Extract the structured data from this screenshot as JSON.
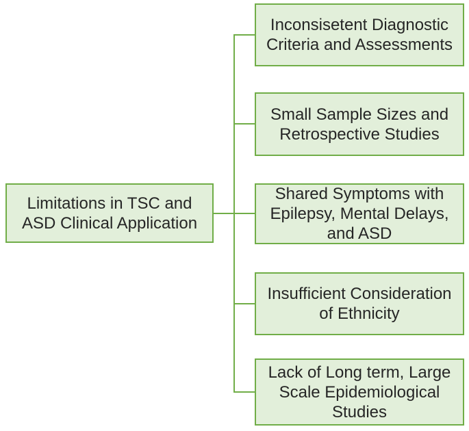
{
  "diagram": {
    "type": "tree",
    "root": {
      "label": "Limitations in TSC and\nASD Clinical Application"
    },
    "branches": [
      {
        "label": "Inconsisetent Diagnostic\nCriteria and Assessments"
      },
      {
        "label": "Small Sample Sizes and\nRetrospective Studies"
      },
      {
        "label": "Shared Symptoms with\nEpilepsy, Mental Delays,\nand ASD"
      },
      {
        "label": "Insufficient Consideration\nof Ethnicity"
      },
      {
        "label": "Lack of Long term, Large\nScale Epidemiological\nStudies"
      }
    ],
    "colors": {
      "background": "#ffffff",
      "box_fill": "#e2efda",
      "box_border": "#70ad47",
      "connector": "#70ad47",
      "text": "#262626"
    }
  }
}
